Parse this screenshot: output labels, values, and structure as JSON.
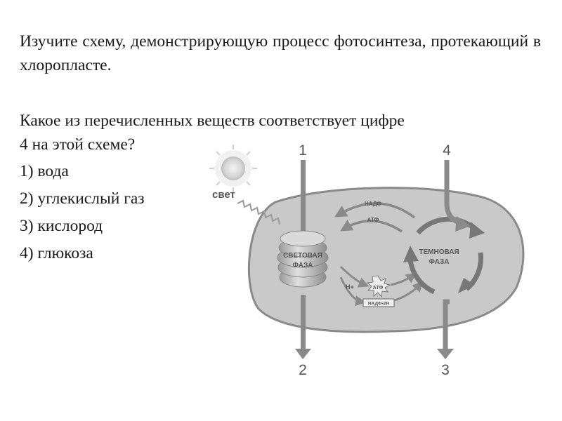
{
  "task": {
    "intro": "Изучите схему, демонстрирующую процесс фотосинтеза, протекающий в хлоропласте.",
    "question_line1": "Какое из перечисленных веществ соответствует цифре",
    "question_line2": "4 на этой схеме?",
    "options": [
      "1) вода",
      "2) углекислый газ",
      "3) кислород",
      "4) глюкоза"
    ]
  },
  "diagram": {
    "light_label": "свет",
    "light_phase_line1": "СВЕТОВАЯ",
    "light_phase_line2": "ФАЗА",
    "dark_phase_line1": "ТЕМНОВАЯ",
    "dark_phase_line2": "ФАЗА",
    "nadp": "НАДФ",
    "atp_top": "АТФ",
    "atp_burst": "АТФ",
    "h_plus": "H+",
    "nadph": "НАДФ•2Н",
    "num1": "1",
    "num2": "2",
    "num3": "3",
    "num4": "4"
  }
}
